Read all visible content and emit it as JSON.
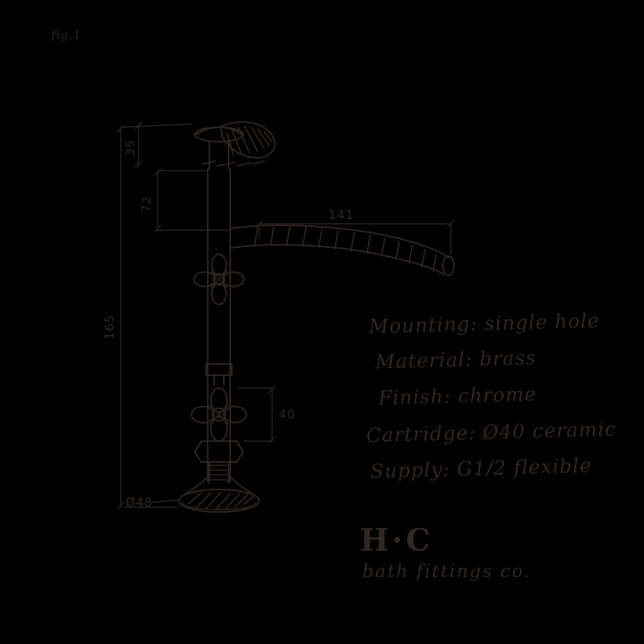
{
  "meta": {
    "background_color": "#000000",
    "ink_color": "#2a2421",
    "description": "Technical line drawing of a single-hole faucet (tap) with dimension annotations, handwritten spec notes and brand mark"
  },
  "corner_label": "fig.1",
  "dims": {
    "height": "165",
    "reach": "141",
    "upper": "72",
    "cap": "35",
    "valve": "40",
    "base": "Ø48"
  },
  "specs": {
    "lines": [
      "Mounting: single hole",
      "Material: brass",
      "Finish: chrome",
      "Cartridge: Ø40 ceramic",
      "Supply: G1/2 flexible"
    ]
  },
  "brand": {
    "name": "H·C",
    "tagline": "bath fittings co."
  }
}
